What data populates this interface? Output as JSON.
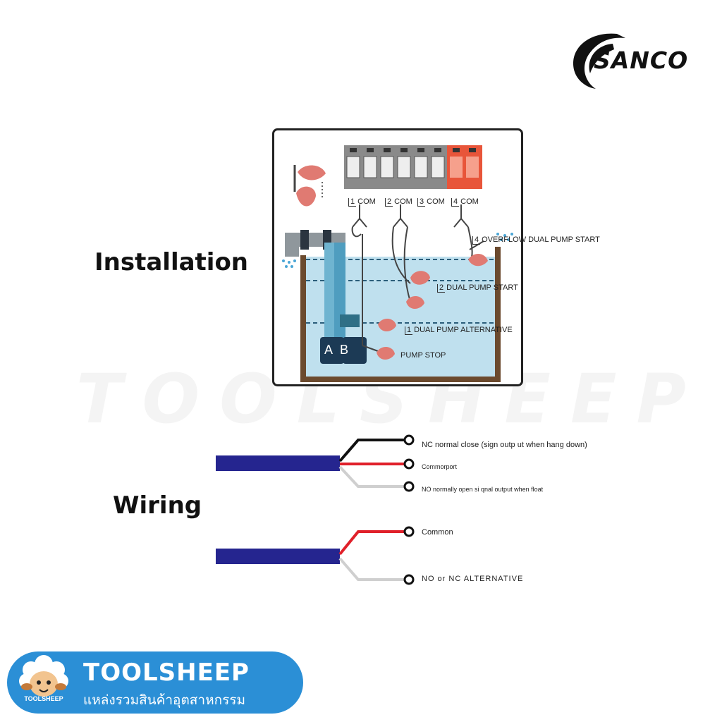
{
  "logo": {
    "text": "SANCO"
  },
  "watermark": "TOOLSHEEP",
  "installation": {
    "title": "Installation",
    "com_labels": [
      {
        "num": "1",
        "text": "COM"
      },
      {
        "num": "2",
        "text": "COM"
      },
      {
        "num": "3",
        "text": "COM"
      },
      {
        "num": "4",
        "text": "COM"
      }
    ],
    "levels": {
      "overflow": {
        "num": "4",
        "text": "OVERFLOW  DUAL PUMP START"
      },
      "dual_start": {
        "num": "2",
        "text": "DUAL PUMP START"
      },
      "alternative": {
        "num": "1",
        "text": "DUAL PUMP ALTERNATIVE"
      },
      "stop": {
        "text": "PUMP STOP"
      }
    },
    "pumps": {
      "a": "A",
      "b": "B"
    },
    "colors": {
      "water": "#bfe0ee",
      "soil": "#6b4a2e",
      "float": "#e07a72",
      "relay_red": "#e8553a"
    }
  },
  "wiring": {
    "title": "Wiring",
    "three_wire": {
      "nc": "NC normal close    (sign outp   ut   when hang down)",
      "com": "Commorport",
      "no": "NO normally open     si qnal output when float"
    },
    "two_wire": {
      "common": "Common",
      "alt": "NO or NC  ALTERNATIVE"
    },
    "colors": {
      "cable": "#25258f",
      "black": "#111111",
      "red": "#e0202a",
      "white": "#cfcfcf"
    }
  },
  "brand": {
    "name": "TOOLSHEEP",
    "tagline": "แหล่งรวมสินค้าอุตสาหกรรม",
    "mascot_text": "TOOLSHEEP",
    "color": "#2b8fd6"
  }
}
